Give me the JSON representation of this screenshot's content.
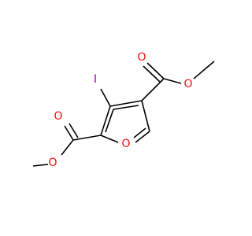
{
  "molecule": {
    "atoms": {
      "iodine": "I",
      "ring_oxygen": "O",
      "ester_top_carbonyl_oxygen": "O",
      "ester_top_ether_oxygen": "O",
      "ester_left_carbonyl_oxygen": "O",
      "ester_left_ether_oxygen": "O"
    },
    "colors": {
      "oxygen": "#ff0d0d",
      "iodine": "#940094",
      "bond": "#000000",
      "background": "#ffffff"
    }
  }
}
